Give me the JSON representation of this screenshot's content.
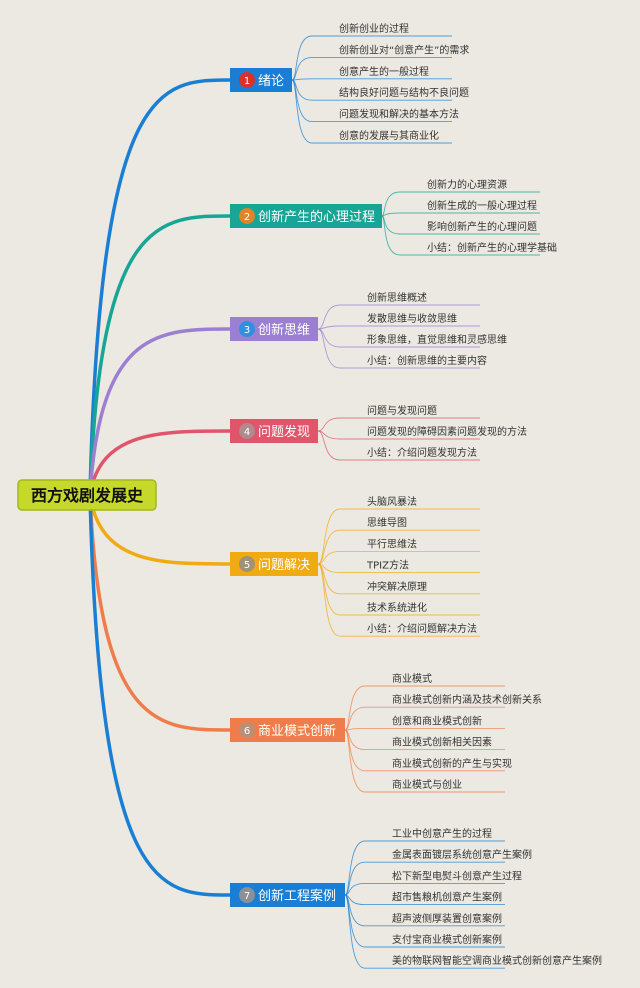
{
  "root": {
    "label": "西方戏剧发展史",
    "color": "#c6d92b",
    "border": "#a4b81c"
  },
  "branches": [
    {
      "label": "绪论",
      "num": "1",
      "color": "#1a7fd4",
      "badge": "#d8322a",
      "items": [
        "创新创业的过程",
        "创新创业对“创意产生”的需求",
        "创意产生的一般过程",
        "结构良好问题与结构不良问题",
        "问题发现和解决的基本方法",
        "创意的发展与其商业化"
      ]
    },
    {
      "label": "创新产生的心理过程",
      "num": "2",
      "color": "#17a696",
      "badge": "#e0842b",
      "items": [
        "创新力的心理资源",
        "创新生成的一般心理过程",
        "影响创新产生的心理问题",
        "小结：创新产生的心理学基础"
      ]
    },
    {
      "label": "创新思维",
      "num": "3",
      "color": "#9b7fd3",
      "badge": "#2f8fe0",
      "items": [
        "创新思维概述",
        "发散思维与收敛思维",
        "形象思维，直觉思维和灵感思维",
        "小结：创新思维的主要内容"
      ]
    },
    {
      "label": "问题发现",
      "num": "4",
      "color": "#e0556a",
      "badge": "#b18a8d",
      "items": [
        "问题与发现问题",
        "问题发现的障碍因素问题发现的方法",
        "小结：介绍问题发现方法"
      ]
    },
    {
      "label": "问题解决",
      "num": "5",
      "color": "#f0aa12",
      "badge": "#a09277",
      "items": [
        "头脑风暴法",
        "思维导图",
        "平行思维法",
        "TPIZ方法",
        "冲突解决原理",
        "技术系统进化",
        "小结：介绍问题解决方法"
      ]
    },
    {
      "label": "商业模式创新",
      "num": "6",
      "color": "#ef7d4b",
      "badge": "#b99075",
      "items": [
        "商业模式",
        "商业模式创新内涵及技术创新关系",
        "创意和商业模式创新",
        "商业模式创新相关因素",
        "商业模式创新的产生与实现",
        "商业模式与创业"
      ]
    },
    {
      "label": "创新工程案例",
      "num": "7",
      "color": "#1a7fd4",
      "badge": "#8c9096",
      "items": [
        "工业中创意产生的过程",
        "金属表面镀层系统创意产生案例",
        "松下新型电熨斗创意产生过程",
        "超市售粮机创意产生案例",
        "超声波侧厚装置创意案例",
        "支付宝商业模式创新案例",
        "美的物联网智能空调商业模式创新创意产生案例"
      ]
    }
  ]
}
